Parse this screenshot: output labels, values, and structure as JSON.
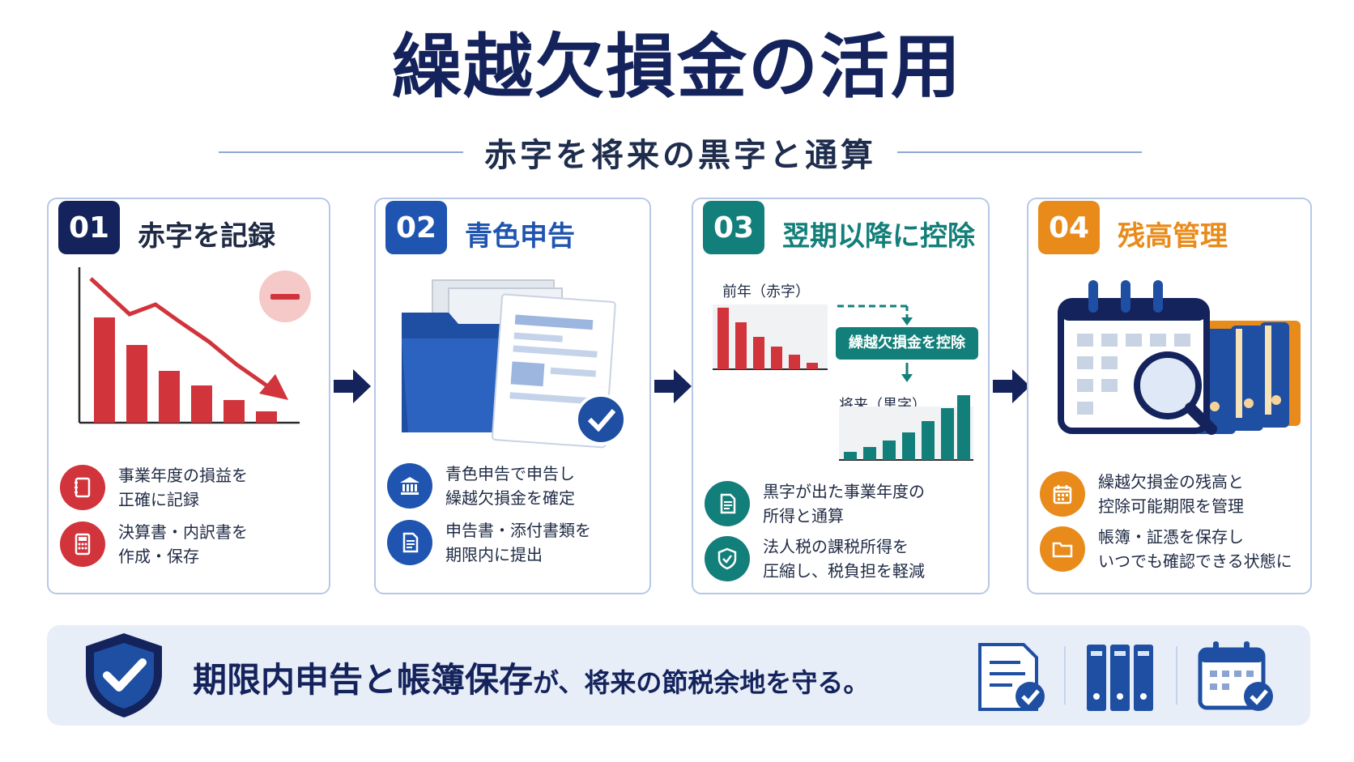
{
  "title": "繰越欠損金の活用",
  "subtitle": "赤字を将来の黒字と通算",
  "colors": {
    "navy": "#14235c",
    "blue": "#1f55b0",
    "teal": "#137f7a",
    "orange": "#e88b1a",
    "red": "#d1343b",
    "card_border": "#b7c8e6",
    "bottom_bg": "#e8eef8"
  },
  "steps": [
    {
      "number": "01",
      "title": "赤字を記録",
      "items": [
        {
          "icon": "notebook-icon",
          "line1": "事業年度の損益を",
          "line2": "正確に記録"
        },
        {
          "icon": "calculator-icon",
          "line1": "決算書・内訳書を",
          "line2": "作成・保存"
        }
      ]
    },
    {
      "number": "02",
      "title": "青色申告",
      "items": [
        {
          "icon": "bank-icon",
          "line1": "青色申告で申告し",
          "line2": "繰越欠損金を確定"
        },
        {
          "icon": "document-icon",
          "line1": "申告書・添付書類を",
          "line2": "期限内に提出"
        }
      ]
    },
    {
      "number": "03",
      "title": "翌期以降に控除",
      "chart_labels": {
        "previous_year": "前年（赤字）",
        "deduct_label": "繰越欠損金を控除",
        "future": "将来（黒字）"
      },
      "items": [
        {
          "icon": "document-icon",
          "line1": "黒字が出た事業年度の",
          "line2": "所得と通算"
        },
        {
          "icon": "shield-check-icon",
          "line1": "法人税の課税所得を",
          "line2": "圧縮し、税負担を軽減"
        }
      ]
    },
    {
      "number": "04",
      "title": "残高管理",
      "items": [
        {
          "icon": "calendar-icon",
          "line1": "繰越欠損金の残高と",
          "line2": "控除可能期限を管理"
        },
        {
          "icon": "folder-icon",
          "line1": "帳簿・証憑を保存し",
          "line2": "いつでも確認できる状態に"
        }
      ]
    }
  ],
  "bottom": {
    "emphasis": "期限内申告と帳簿保存",
    "rest": "が、将来の節税余地を守る。",
    "icons": [
      "document-check-icon",
      "binders-icon",
      "calendar-check-icon"
    ]
  }
}
